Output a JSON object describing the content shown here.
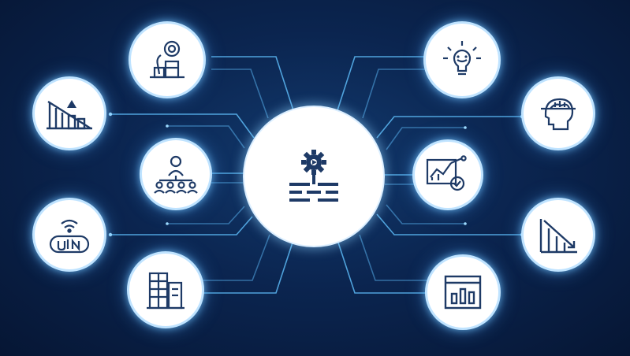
{
  "diagram": {
    "center_icon": "gear-process-icon",
    "nodes": [
      {
        "id": "finance",
        "icon": "money-coins-icon"
      },
      {
        "id": "trend-down",
        "icon": "bar-decline-icon"
      },
      {
        "id": "team",
        "icon": "team-hierarchy-icon"
      },
      {
        "id": "wifi",
        "icon": "wifi-device-icon"
      },
      {
        "id": "building",
        "icon": "building-icon"
      },
      {
        "id": "idea",
        "icon": "lightbulb-icon"
      },
      {
        "id": "mind",
        "icon": "head-brain-icon"
      },
      {
        "id": "analytics",
        "icon": "chart-analytics-icon"
      },
      {
        "id": "decline",
        "icon": "bar-arrow-down-icon"
      },
      {
        "id": "dashboard",
        "icon": "dashboard-bars-icon"
      }
    ],
    "colors": {
      "background": "#0b2550",
      "connector": "#6cc6ff",
      "connector_dim": "#3b7fbf",
      "node_fill": "#ffffff",
      "icon_stroke": "#1e3a66"
    }
  }
}
